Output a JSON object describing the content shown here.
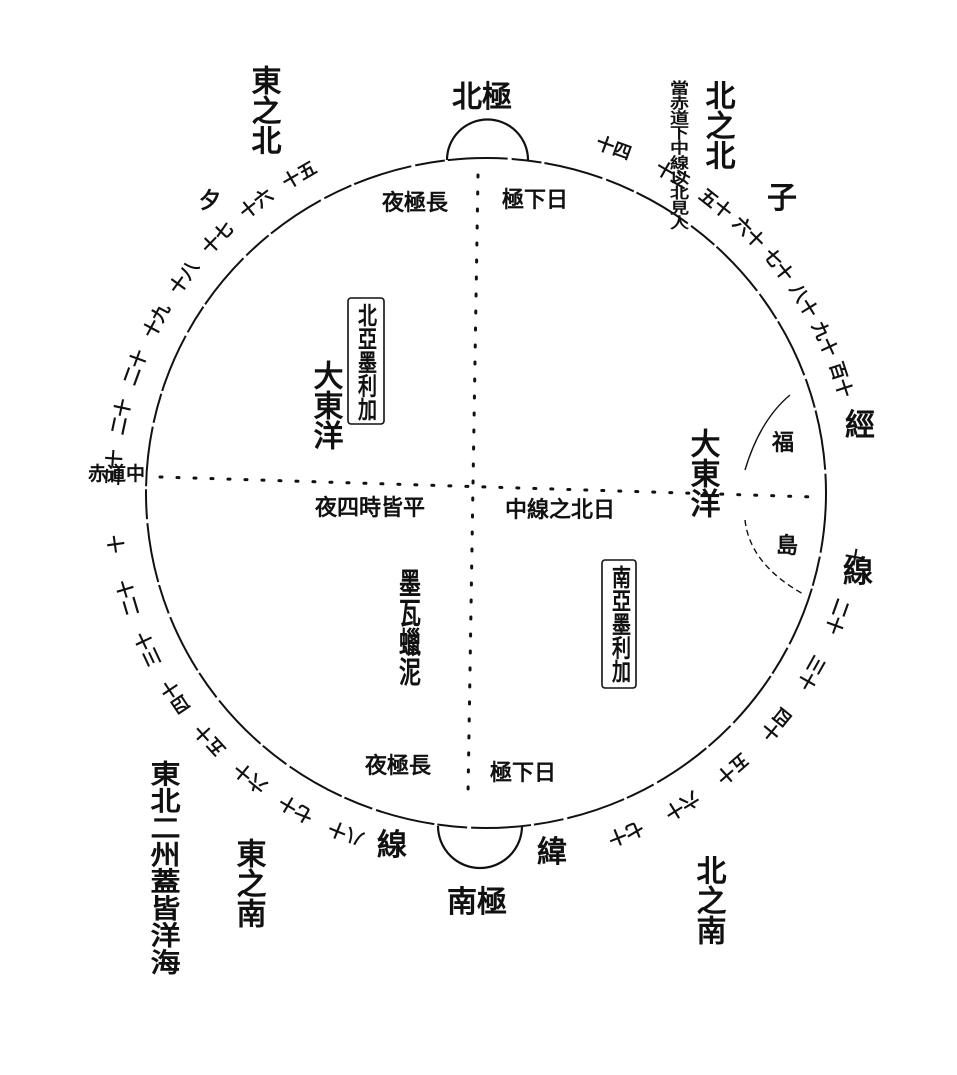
{
  "poles": {
    "north": "北極",
    "south": "南極"
  },
  "corners": {
    "north_of_north": "北之北",
    "north_of_north_note": "當赤道下中線以北見人",
    "east_of_north": "東之北",
    "east_of_south": "東之南",
    "north_of_south": "北之南",
    "left_bottom_note": "東北二州蓋皆洋海"
  },
  "meridian_labels": {
    "top_left": "夜極長",
    "top_right": "極下日",
    "bottom_left": "夜極長",
    "bottom_right": "極下日"
  },
  "equator": {
    "label": "赤道中",
    "left_text": "夜四時皆平",
    "right_text": "中線之北日"
  },
  "regions": {
    "north_america": "北亞墨利加",
    "great_east_sea_left": "大東洋",
    "great_east_sea_right": "大東洋",
    "magellan": "墨瓦蠟泥",
    "south_america": "南亞墨利加",
    "fu": "福",
    "dao": "島"
  },
  "edge_labels": {
    "jing": "經",
    "xian_right": "線",
    "wei": "緯",
    "xian_bottom": "線"
  },
  "degree_marks": {
    "zi": "子",
    "xi": "夕",
    "upper_right": [
      "五十",
      "六十",
      "七十",
      "八十",
      "九十",
      "百十"
    ],
    "top_center": [
      "十四",
      "十三"
    ],
    "upper_left": [
      "十五",
      "十六",
      "十七",
      "十八",
      "十九",
      "二十"
    ],
    "left_side": [
      "二十",
      "三十"
    ],
    "lower_left": [
      "十",
      "二十",
      "三十",
      "四十",
      "五十",
      "六十",
      "七十",
      "八十"
    ],
    "lower_right": [
      "十",
      "二十",
      "三十",
      "四十",
      "五十",
      "六十",
      "七十"
    ]
  }
}
